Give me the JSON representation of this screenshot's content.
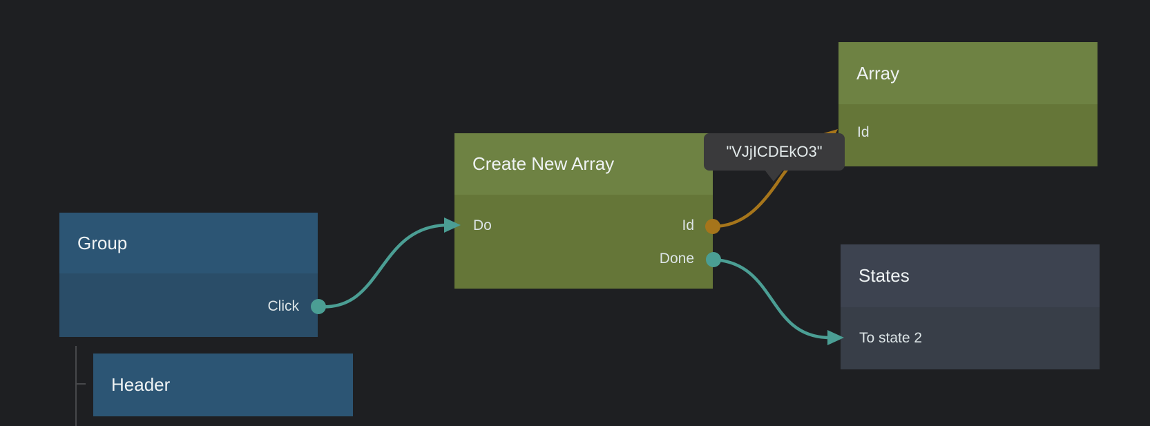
{
  "editor": "visual node graph canvas",
  "colors": {
    "background": "#1e1f22",
    "blue_node_header": "#2c5574",
    "blue_node_body": "#2a4d68",
    "green_node_header": "#6e8243",
    "green_node_body": "#657638",
    "slate_node_header": "#3d4350",
    "slate_node_body": "#383e48",
    "teal_connection": "#4b9e94",
    "orange_connection": "#a6751b",
    "tooltip_background": "#3a3a3c",
    "hierarchy_line": "#47484b",
    "title_text": "#eef2f3",
    "port_text": "#dce4e6"
  },
  "nodes": {
    "group": {
      "title": "Group",
      "outputs": [
        "Click"
      ]
    },
    "create_new_array": {
      "title": "Create New Array",
      "inputs": [
        "Do"
      ],
      "outputs": [
        "Id",
        "Done"
      ]
    },
    "array": {
      "title": "Array",
      "inputs": [
        "Id"
      ]
    },
    "states": {
      "title": "States",
      "inputs": [
        "To state 2"
      ]
    },
    "header": {
      "title": "Header"
    }
  },
  "connections": [
    {
      "from": "Group.Click",
      "to": "Create New Array.Do",
      "color": "teal"
    },
    {
      "from": "Create New Array.Id",
      "to": "Array.Id",
      "color": "orange"
    },
    {
      "from": "Create New Array.Done",
      "to": "States.To state 2",
      "color": "teal"
    }
  ],
  "hierarchy": {
    "parent": "Group",
    "child": "Header"
  },
  "tooltip": {
    "text": "\"VJjICDEkO3\""
  }
}
